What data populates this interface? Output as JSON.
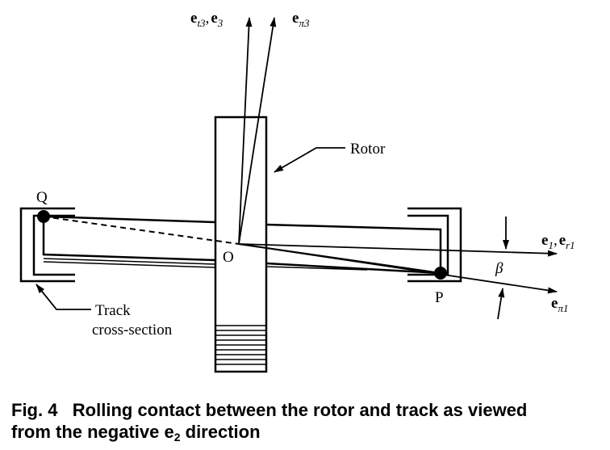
{
  "labels": {
    "Q": "Q",
    "P": "P",
    "O": "O",
    "rotor": "Rotor",
    "track_line1": "Track",
    "track_line2": "cross-section",
    "beta": "β",
    "e_t3": {
      "vec": "e",
      "sub": "t3",
      "sep": ",",
      "vec2": "e",
      "sub2": "3"
    },
    "e_pi3": {
      "vec": "e",
      "sub": "π3"
    },
    "e_1": {
      "vec": "e",
      "sub": "1",
      "sep": ",",
      "vec2": "e",
      "sub2": "r1"
    },
    "e_pi1": {
      "vec": "e",
      "sub": "π1"
    }
  },
  "caption": {
    "fig": "Fig. 4",
    "line1": "Rolling contact between the rotor and track as viewed",
    "line2_pre": "from the negative e",
    "line2_sub": "2",
    "line2_post": " direction"
  }
}
